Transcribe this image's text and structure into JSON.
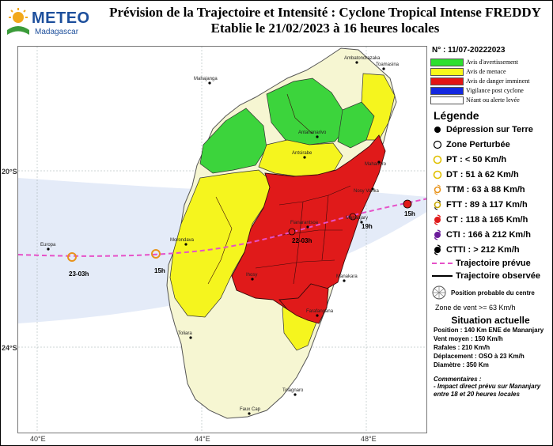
{
  "header": {
    "logo_text": "METEO",
    "logo_sub": "Madagascar",
    "title_line1": "Prévision de la Trajectoire et Intensité : Cyclone Tropical Intense FREDDY",
    "title_line2": "Etablie le 21/02/2023 à 16 heures locales"
  },
  "map": {
    "lat_labels": [
      "20°S",
      "24°S"
    ],
    "lon_labels": [
      "40°E",
      "44°E",
      "48°E"
    ],
    "places": [
      "Ambatondrazaka",
      "Mahajanga",
      "Toamasina",
      "Antananarivo",
      "Antsirabe",
      "Mahanoro",
      "Nosy Varika",
      "Fianarantsoa",
      "Mananjary",
      "Manakara",
      "Morondava",
      "Europa",
      "Ihosy",
      "Farafangana",
      "Toliara",
      "Tolagnaro",
      "Faux Cap"
    ],
    "track_labels": [
      "15h",
      "19h",
      "22-03h",
      "15h",
      "23-03h"
    ],
    "colors": {
      "warning_green": "#3cd43c",
      "threat_yellow": "#f5f51e",
      "danger_red": "#e01a1a",
      "forecast_track": "#e651c8",
      "observed_track": "#000000",
      "wind_zone": "#dfe8f7"
    }
  },
  "legend": {
    "bulletin": "N° : 11/07-20222023",
    "alerts": [
      {
        "label": "Avis d'avertissement",
        "color": "#2ee02e"
      },
      {
        "label": "Avis de menace",
        "color": "#f8f81a"
      },
      {
        "label": "Avis de danger imminent",
        "color": "#e41414"
      },
      {
        "label": "Vigilance post cyclone",
        "color": "#1428e0"
      },
      {
        "label": "Néant ou alerte levée",
        "color": "#ffffff"
      }
    ],
    "title": "Légende",
    "symbols": [
      {
        "icon": "black-dot",
        "label": "Dépression sur Terre"
      },
      {
        "icon": "open-circle",
        "label": "Zone Perturbée"
      },
      {
        "icon": "yellow-circle",
        "label": "PT : < 50 Km/h"
      },
      {
        "icon": "yellow-circle",
        "label": "DT : 51 à 62 Km/h"
      },
      {
        "icon": "orange-cyclone",
        "label": "TTM : 63 à 88 Km/h"
      },
      {
        "icon": "yellow-cyclone",
        "label": "FTT : 89 à 117 Km/h"
      },
      {
        "icon": "red-cyclone",
        "label": "CT : 118 à 165 Km/h"
      },
      {
        "icon": "purple-cyclone",
        "label": "CTI : 166 à 212 Km/h"
      },
      {
        "icon": "black-cyclone",
        "label": "CTTI : > 212 Km/h"
      }
    ],
    "forecast_track_label": "Trajectoire prévue",
    "observed_track_label": "Trajectoire observée",
    "probable_position_label": "Position probable du centre",
    "wind_zone_label": "Zone de vent >= 63 Km/h"
  },
  "situation": {
    "title": "Situation actuelle",
    "position": "Position : 140 Km ENE de Mananjary",
    "mean_wind": "Vent moyen : 150  Km/h",
    "gusts": "Rafales : 210 Km/h",
    "movement": "Déplacement : OSO à 23 Km/h",
    "diameter": "Diamètre : 350 Km"
  },
  "comments": {
    "title": "Commentaires :",
    "line1": "- Impact direct prévu sur Mananjary",
    "line2": "entre 18 et 20 heures locales"
  }
}
